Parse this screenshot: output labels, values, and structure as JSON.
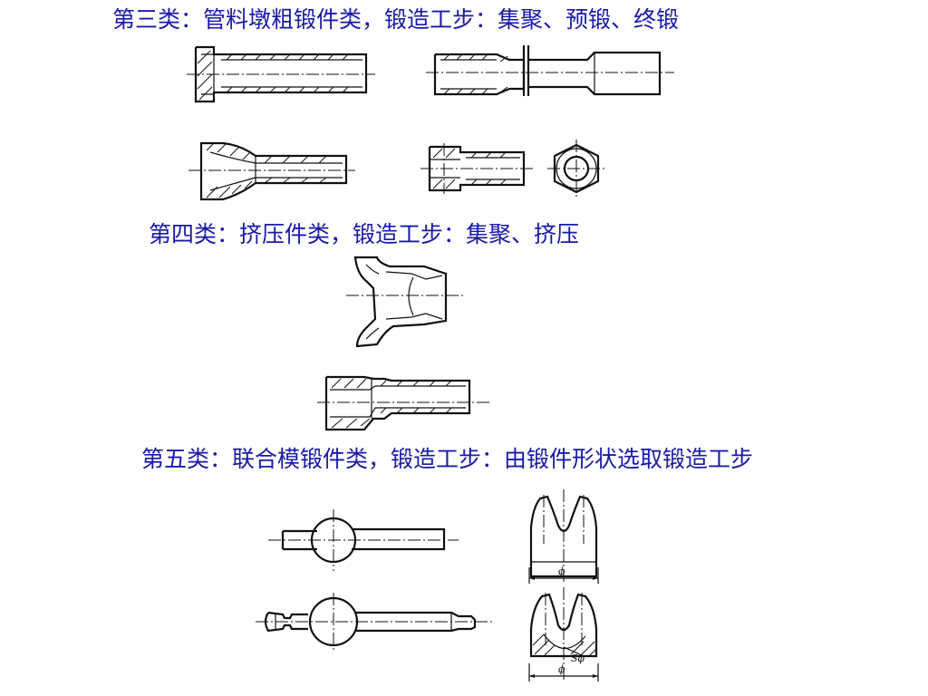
{
  "headings": {
    "class3": "第三类：管料墩粗锻件类，锻造工步：集聚、预锻、终锻",
    "class4": "第四类：挤压件类，锻造工步：集聚、挤压",
    "class5": "第五类：联合模锻件类，锻造工步：由锻件形状选取锻造工步"
  },
  "dimensions": {
    "phi1": "ϕ",
    "phi2": "ϕ",
    "sphi": "Sϕ"
  },
  "colors": {
    "heading": "#1a1aa8",
    "drawing": "#111111"
  }
}
